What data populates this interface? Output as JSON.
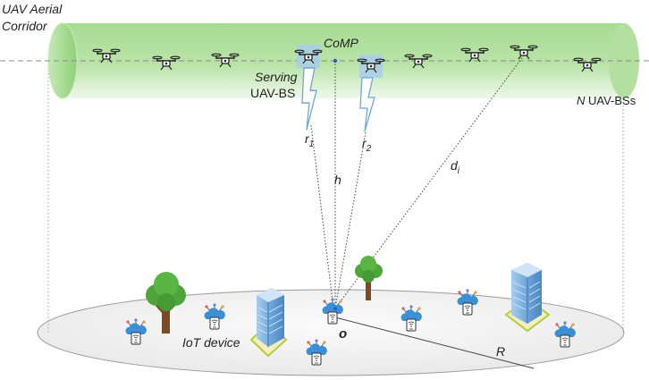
{
  "labels": {
    "corridor_line1": "UAV Aerial",
    "corridor_line2": "Corridor",
    "comp": "CoMP",
    "serving_line1": "Serving",
    "serving_line2": "UAV-BS",
    "n_prefix": "N",
    "n_suffix": " UAV-BSs",
    "r1": "r",
    "r1_sub": "1",
    "r2": "r",
    "r2_sub": "2",
    "di": "d",
    "di_sub": "i",
    "h": "h",
    "origin": "o",
    "radius": "R",
    "iot": "IoT device"
  },
  "colors": {
    "corridor_green": "#8fd07a",
    "serving_highlight": "#a9cdea",
    "sky_blue_uav": "#4f97d6",
    "ground_ellipse": "#eeeeee",
    "building_blue": "#7fb3e0",
    "tree_green": "#4fa53a",
    "tree_trunk": "#7a4a24"
  },
  "icons": {
    "uav": "quadcopter-drone-icon",
    "iot": "cloud-wifi-device-icon",
    "tree": "tree-icon",
    "building": "office-building-icon",
    "signal": "lightning-signal-icon"
  }
}
